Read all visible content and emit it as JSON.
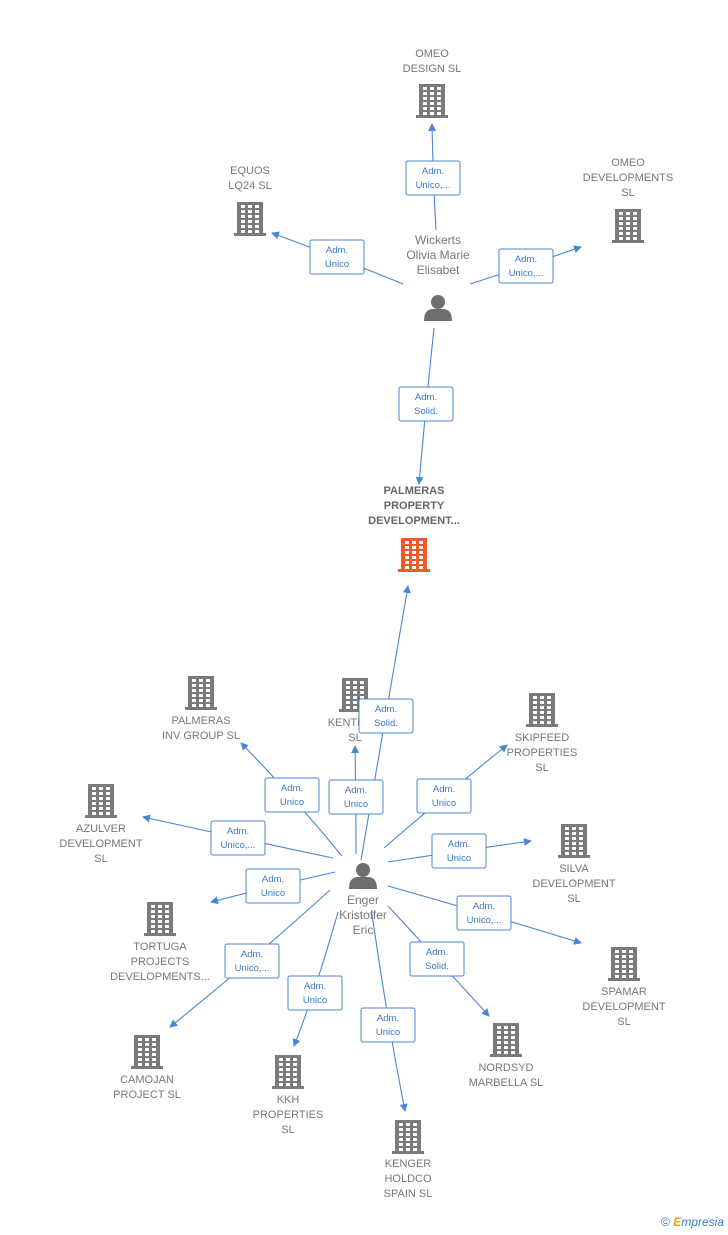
{
  "colors": {
    "company": "#7a7a7a",
    "focus": "#f05a28",
    "person": "#6e6e6e",
    "edge": "#4a86d4"
  },
  "people": [
    {
      "id": "wickerts",
      "lines": [
        "Wickerts",
        "Olivia Marie",
        "Elisabet"
      ]
    },
    {
      "id": "enger",
      "lines": [
        "Enger",
        "Kristoffer",
        "Eric"
      ]
    }
  ],
  "companies": [
    {
      "id": "palmeras_pd",
      "lines": [
        "PALMERAS",
        "PROPERTY",
        "DEVELOPMENT..."
      ],
      "focus": true
    },
    {
      "id": "omeo_design",
      "lines": [
        "OMEO",
        "DESIGN  SL"
      ]
    },
    {
      "id": "equos",
      "lines": [
        "EQUOS",
        "LQ24  SL"
      ]
    },
    {
      "id": "omeo_dev",
      "lines": [
        "OMEO",
        "DEVELOPMENTS",
        "SL"
      ]
    },
    {
      "id": "palmeras_inv",
      "lines": [
        "PALMERAS",
        "INV GROUP  SL"
      ]
    },
    {
      "id": "kenthoo",
      "lines": [
        "KENTHOO",
        "SL"
      ]
    },
    {
      "id": "skipfeed",
      "lines": [
        "SKIPFEED",
        "PROPERTIES",
        "SL"
      ]
    },
    {
      "id": "azulver",
      "lines": [
        "AZULVER",
        "DEVELOPMENT",
        "SL"
      ]
    },
    {
      "id": "silva",
      "lines": [
        "SILVA",
        "DEVELOPMENT",
        "SL"
      ]
    },
    {
      "id": "tortuga",
      "lines": [
        "TORTUGA",
        "PROJECTS",
        "DEVELOPMENTS..."
      ]
    },
    {
      "id": "spamar",
      "lines": [
        "SPAMAR",
        "DEVELOPMENT",
        "SL"
      ]
    },
    {
      "id": "camojan",
      "lines": [
        "CAMOJAN",
        "PROJECT  SL"
      ]
    },
    {
      "id": "nordsyd",
      "lines": [
        "NORDSYD",
        "MARBELLA  SL"
      ]
    },
    {
      "id": "kkh",
      "lines": [
        "KKH",
        "PROPERTIES",
        "SL"
      ]
    },
    {
      "id": "kenger",
      "lines": [
        "KENGER",
        "HOLDCO",
        "SPAIN  SL"
      ]
    }
  ],
  "edges": [
    {
      "from": "wickerts",
      "to": "omeo_design",
      "label": [
        "Adm.",
        "Unico,..."
      ]
    },
    {
      "from": "wickerts",
      "to": "equos",
      "label": [
        "Adm.",
        "Unico"
      ]
    },
    {
      "from": "wickerts",
      "to": "omeo_dev",
      "label": [
        "Adm.",
        "Unico,..."
      ]
    },
    {
      "from": "wickerts",
      "to": "palmeras_pd",
      "label": [
        "Adm.",
        "Solid."
      ]
    },
    {
      "from": "enger",
      "to": "palmeras_pd",
      "label": [
        "Adm.",
        "Solid."
      ]
    },
    {
      "from": "enger",
      "to": "palmeras_inv",
      "label": [
        "Adm.",
        "Unico"
      ]
    },
    {
      "from": "enger",
      "to": "kenthoo",
      "label": [
        "Adm.",
        "Unico"
      ]
    },
    {
      "from": "enger",
      "to": "skipfeed",
      "label": [
        "Adm.",
        "Unico"
      ]
    },
    {
      "from": "enger",
      "to": "azulver",
      "label": [
        "Adm.",
        "Unico,..."
      ]
    },
    {
      "from": "enger",
      "to": "silva",
      "label": [
        "Adm.",
        "Unico"
      ]
    },
    {
      "from": "enger",
      "to": "tortuga",
      "label": [
        "Adm.",
        "Unico"
      ]
    },
    {
      "from": "enger",
      "to": "spamar",
      "label": [
        "Adm.",
        "Unico,..."
      ]
    },
    {
      "from": "enger",
      "to": "camojan",
      "label": [
        "Adm.",
        "Unico,..."
      ]
    },
    {
      "from": "enger",
      "to": "nordsyd",
      "label": [
        "Adm.",
        "Solid."
      ]
    },
    {
      "from": "enger",
      "to": "kkh",
      "label": [
        "Adm.",
        "Unico"
      ]
    },
    {
      "from": "enger",
      "to": "kenger",
      "label": [
        "Adm.",
        "Unico"
      ]
    }
  ],
  "brand": {
    "symbol": "©",
    "first": "E",
    "rest": "mpresia"
  }
}
